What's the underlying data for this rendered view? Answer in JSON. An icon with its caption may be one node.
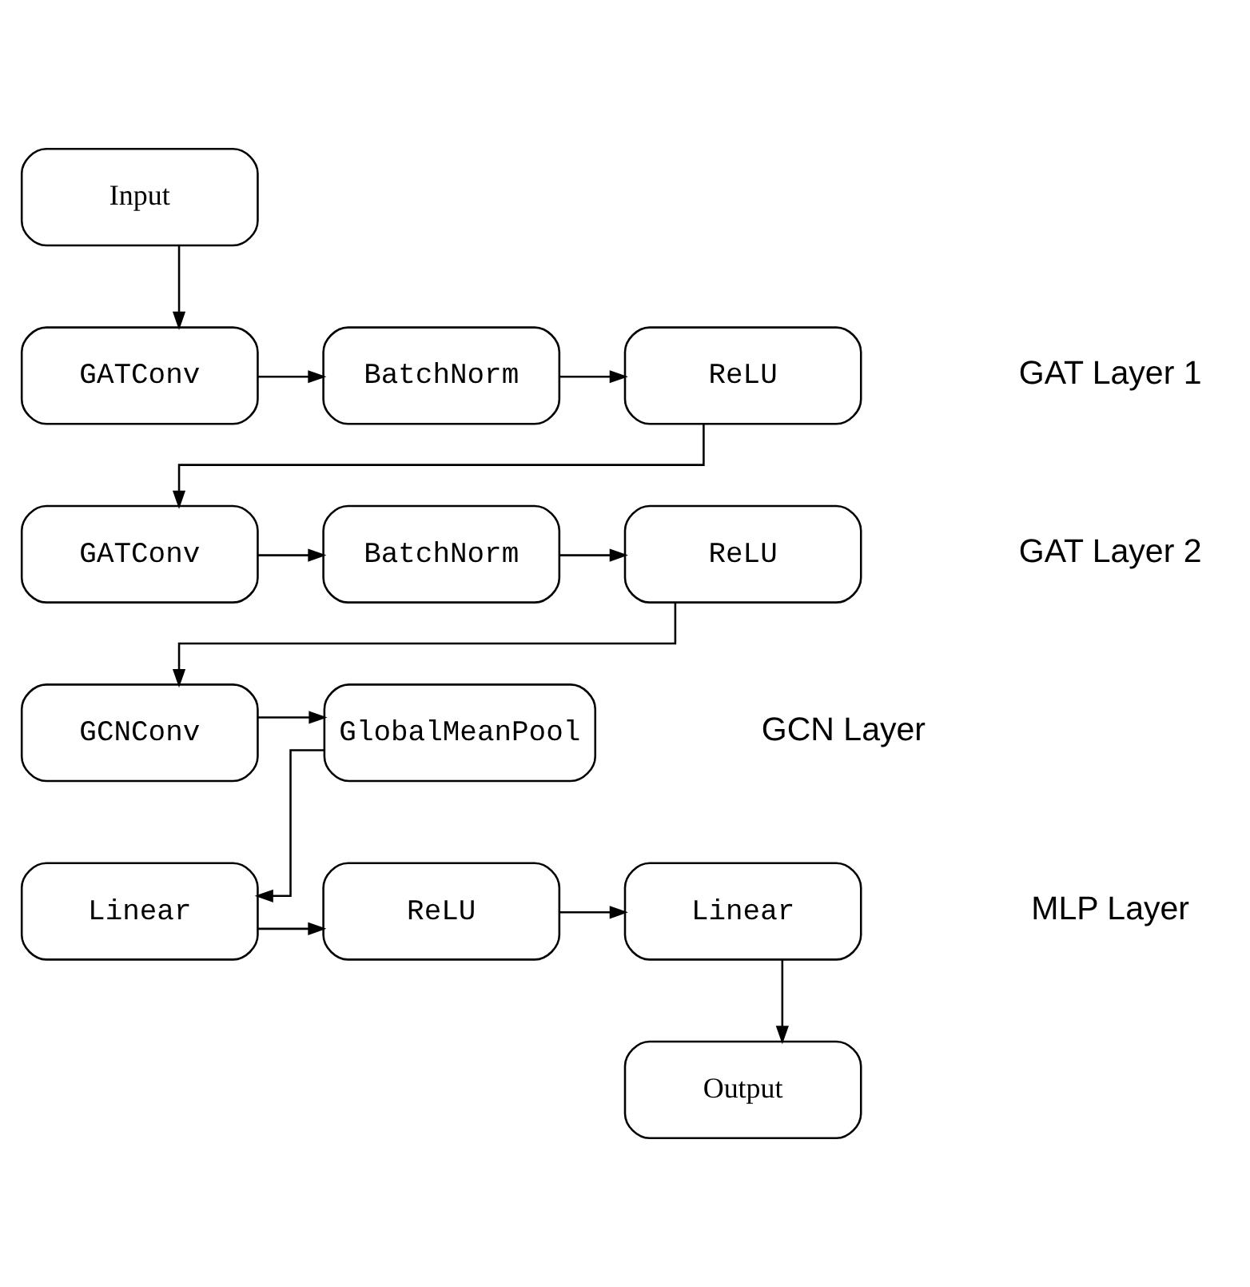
{
  "diagram": {
    "nodes": [
      {
        "text": [
          "Input"
        ]
      },
      {
        "text": [
          "GATConv"
        ]
      },
      {
        "text": [
          "BatchNorm"
        ]
      },
      {
        "text": [
          "ReLU"
        ]
      },
      {
        "text": [
          "GATConv"
        ]
      },
      {
        "text": [
          "BatchNorm"
        ]
      },
      {
        "text": [
          "ReLU"
        ]
      },
      {
        "text": [
          "GCNConv"
        ]
      },
      {
        "text": [
          "GlobalMeanPool"
        ]
      },
      {
        "text": [
          "Linear"
        ]
      },
      {
        "text": [
          "ReLU"
        ]
      },
      {
        "text": [
          "Linear"
        ]
      },
      {
        "text": [
          "Output"
        ]
      }
    ],
    "edges": [
      {
        "from": 0,
        "to": 1,
        "arrow": "to"
      },
      {
        "from": 1,
        "to": 2,
        "arrow": "to"
      },
      {
        "from": 2,
        "to": 3,
        "arrow": "to"
      },
      {
        "from": 3,
        "to": 4,
        "arrow": "to"
      },
      {
        "from": 4,
        "to": 5,
        "arrow": "to"
      },
      {
        "from": 5,
        "to": 6,
        "arrow": "to"
      },
      {
        "from": 6,
        "to": 7,
        "arrow": "to"
      },
      {
        "from": 7,
        "to": 8,
        "arrow": "to"
      },
      {
        "from": 8,
        "to": 9,
        "arrow": "to"
      },
      {
        "from": 9,
        "to": 10,
        "arrow": "to"
      },
      {
        "from": 10,
        "to": 11,
        "arrow": "to"
      },
      {
        "from": 11,
        "to": 12,
        "arrow": "to"
      }
    ],
    "labels": [
      "GAT Layer 1",
      "GAT Layer 2",
      "GCN Layer",
      "MLP Layer"
    ]
  }
}
